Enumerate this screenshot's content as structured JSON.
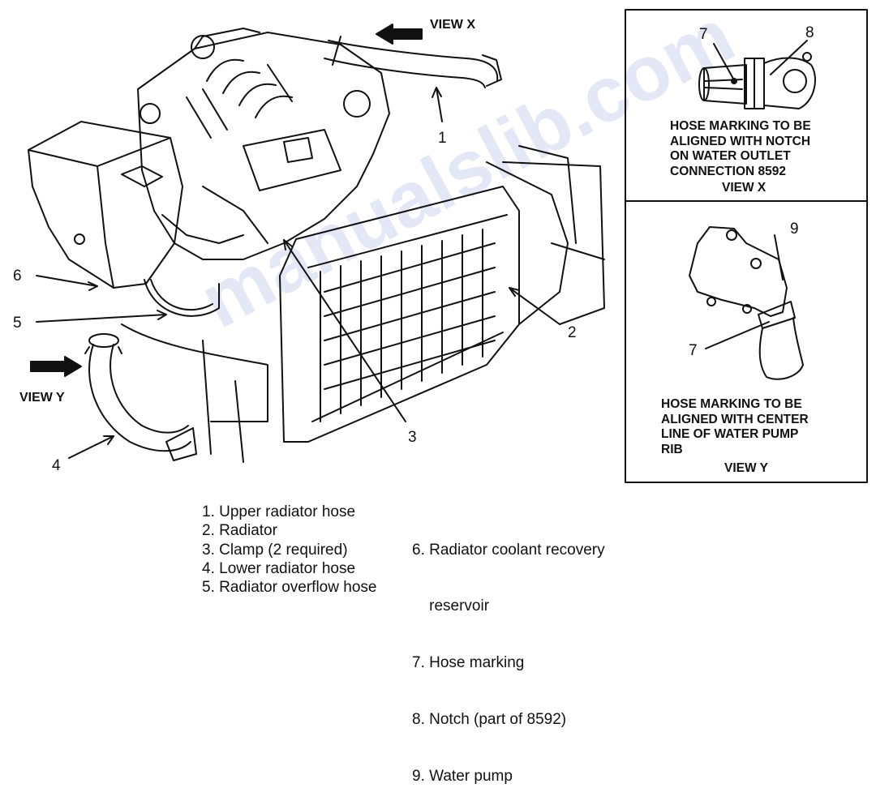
{
  "callouts": {
    "c1": "1",
    "c2": "2",
    "c3": "3",
    "c4": "4",
    "c5": "5",
    "c6": "6",
    "v7a": "7",
    "v8": "8",
    "v9": "9",
    "v7b": "7"
  },
  "view_labels": {
    "view_x": "VIEW X",
    "view_y": "VIEW Y"
  },
  "panel_x": {
    "lines": [
      "HOSE MARKING TO BE",
      "ALIGNED WITH NOTCH",
      "ON WATER OUTLET",
      "CONNECTION 8592"
    ],
    "title": "VIEW X"
  },
  "panel_y": {
    "lines": [
      "HOSE MARKING TO BE",
      "ALIGNED WITH CENTER",
      "LINE OF WATER PUMP",
      "RIB"
    ],
    "title": "VIEW Y"
  },
  "legend": {
    "left": [
      "1. Upper radiator hose",
      "2. Radiator",
      "3. Clamp (2 required)",
      "4. Lower radiator hose",
      "5. Radiator overflow hose"
    ],
    "right": [
      "6. Radiator coolant recovery",
      "    reservoir",
      "7. Hose marking",
      "8. Notch (part of 8592)",
      "9. Water pump"
    ]
  },
  "watermark": "manualslib.com",
  "colors": {
    "ink": "#111111",
    "paper": "#ffffff",
    "watermark": "#5a6ec8"
  }
}
